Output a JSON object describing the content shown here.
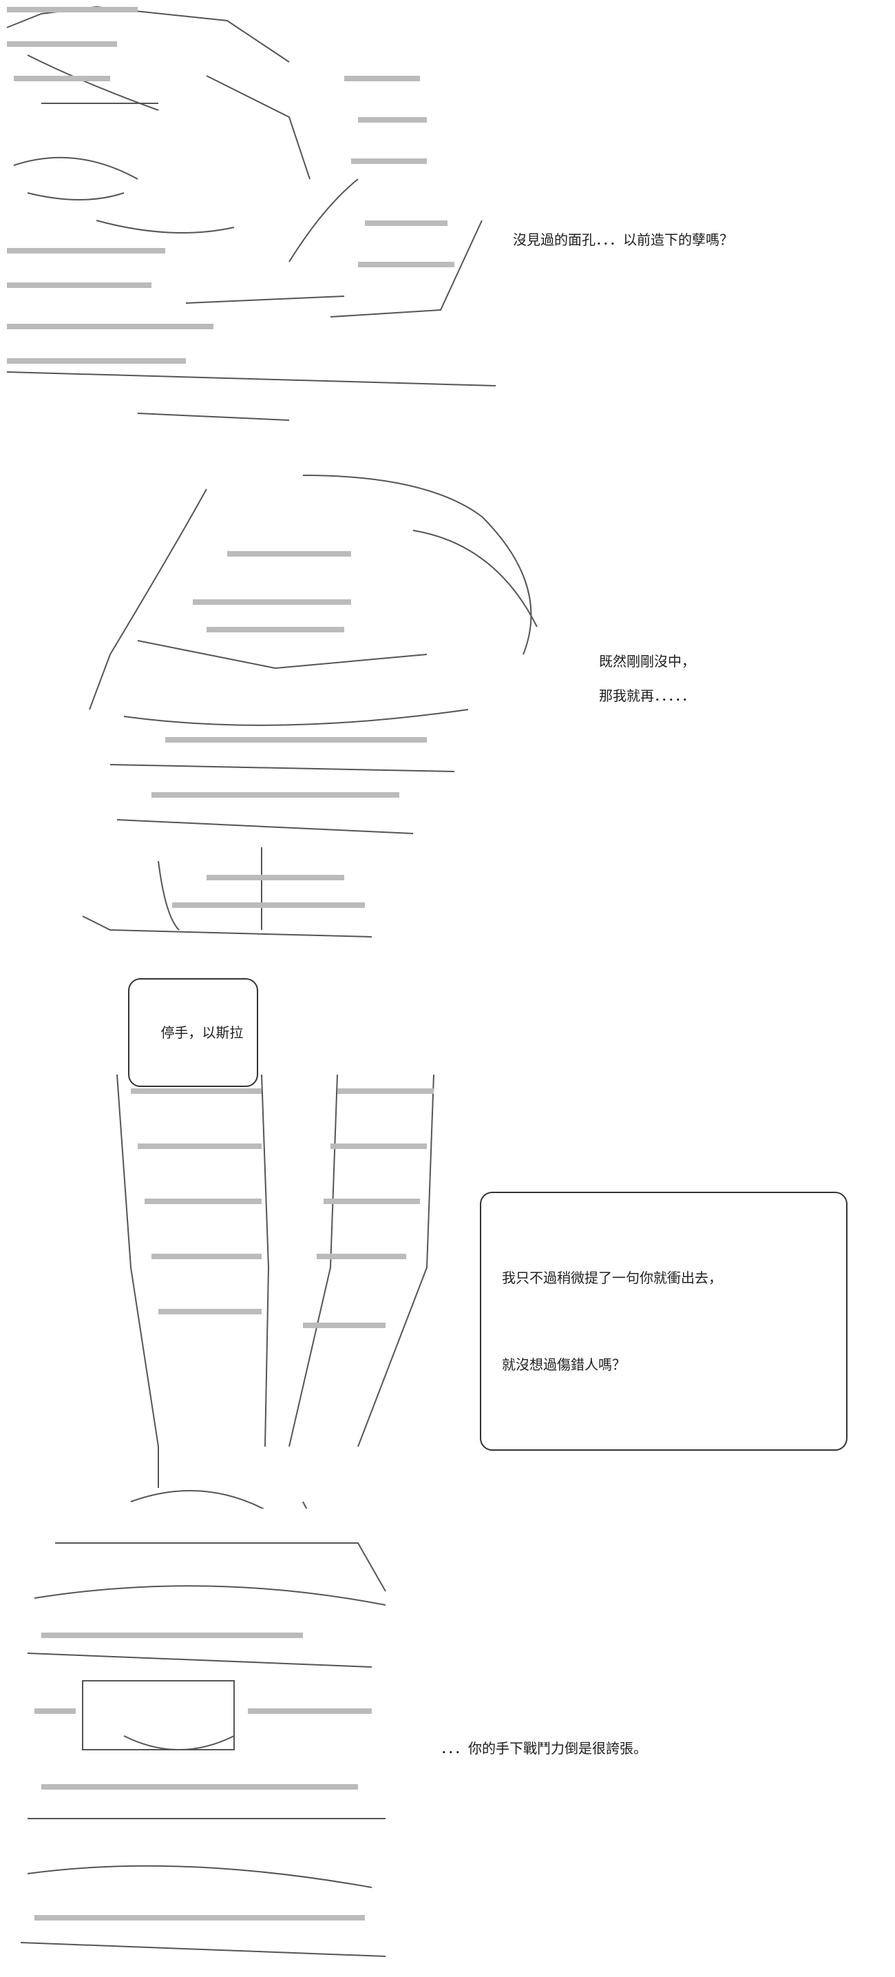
{
  "panels": [
    {
      "id": "panel-1",
      "dialogue": [
        "沒見過的面孔．．．以前造下的孽嗎？"
      ]
    },
    {
      "id": "panel-2",
      "dialogue": [
        "既然剛剛沒中，",
        "那我就再．．．．．"
      ]
    },
    {
      "id": "panel-3",
      "bubble": "停手，以斯拉",
      "dialogue_box": [
        "我只不過稍微提了一句你就衝出去，",
        "就沒想過傷錯人嗎？"
      ]
    },
    {
      "id": "panel-4",
      "dialogue": [
        "．．．你的手下戰鬥力倒是很誇張。"
      ]
    }
  ]
}
